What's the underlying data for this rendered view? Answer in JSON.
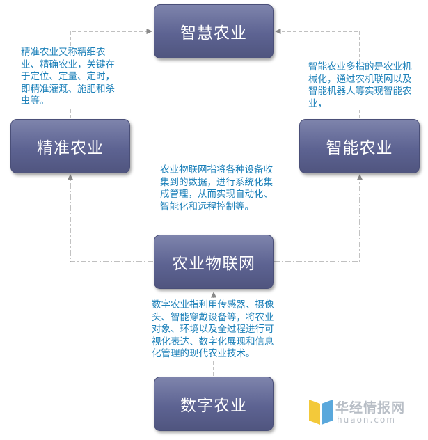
{
  "nodes": {
    "smart_agri": "智慧农业",
    "precision_agri": "精准农业",
    "intelligent_agri": "智能农业",
    "iot_agri": "农业物联网",
    "digital_agri": "数字农业"
  },
  "notes": {
    "precision": "精准农业又称精细农业、精确农业，关键在于定位、定量、定时，即精准灌溉、施肥和杀虫等。",
    "intelligent": "智能农业多指的是农业机械化，通过农机联网以及智能机器人等实现智能农业，",
    "iot": "农业物联网指将各种设备收集到的数据，进行系统化集成管理，从而实现自动化、智能化和远程控制等。",
    "digital": "数字农业指利用传感器、摄像头、智能穿戴设备等，将农业对象、环境以及全过程进行可视化表达、数字化展现和信息化管理的现代农业技术。"
  },
  "watermark": {
    "name": "华经情报网",
    "url": "huaon.com"
  },
  "colors": {
    "node_fill": "#5d6392",
    "note_text": "#1a7fb8",
    "connector": "#9a9a9a",
    "logo_yellow": "#f3c93a",
    "logo_blue": "#5aa8dc"
  }
}
